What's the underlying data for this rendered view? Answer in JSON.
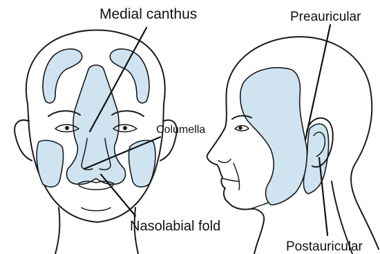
{
  "labels": {
    "medial_canthus": "Medial canthus",
    "columella": "Columella",
    "nasolabial_fold": "Nasolabial fold",
    "preauricular": "Preauricular",
    "postauricular": "Postauricular"
  },
  "colors": {
    "zone_fill": "#cfe3f1",
    "outline": "#1a1a1a",
    "text": "#111111"
  }
}
